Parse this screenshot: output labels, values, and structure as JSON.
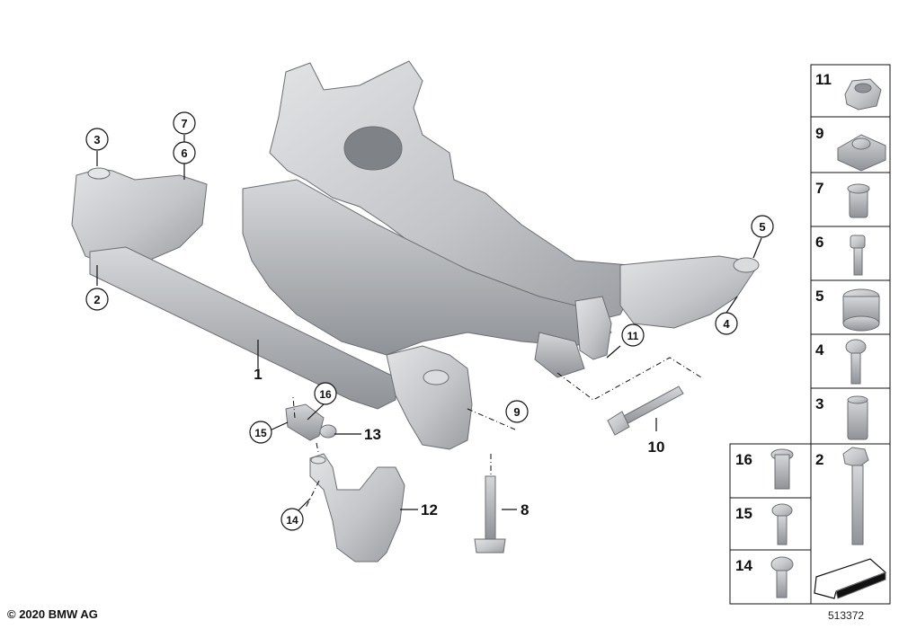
{
  "diagram": {
    "copyright": "© 2020 BMW AG",
    "diagram_id": "513372",
    "callouts": {
      "c1": "1",
      "c2": "2",
      "c3": "3",
      "c4": "4",
      "c5": "5",
      "c6": "6",
      "c7": "7",
      "c8": "8",
      "c9": "9",
      "c10": "10",
      "c11": "11",
      "c12": "12",
      "c13": "13",
      "c14": "14",
      "c15": "15",
      "c16": "16"
    },
    "legend": {
      "l11": "11",
      "l9": "9",
      "l7": "7",
      "l6": "6",
      "l5": "5",
      "l4": "4",
      "l3": "3",
      "l2": "2",
      "l16": "16",
      "l15": "15",
      "l14": "14"
    },
    "colors": {
      "part": "#c7c9cc",
      "part_dark": "#9a9da1",
      "line": "#111111"
    }
  }
}
